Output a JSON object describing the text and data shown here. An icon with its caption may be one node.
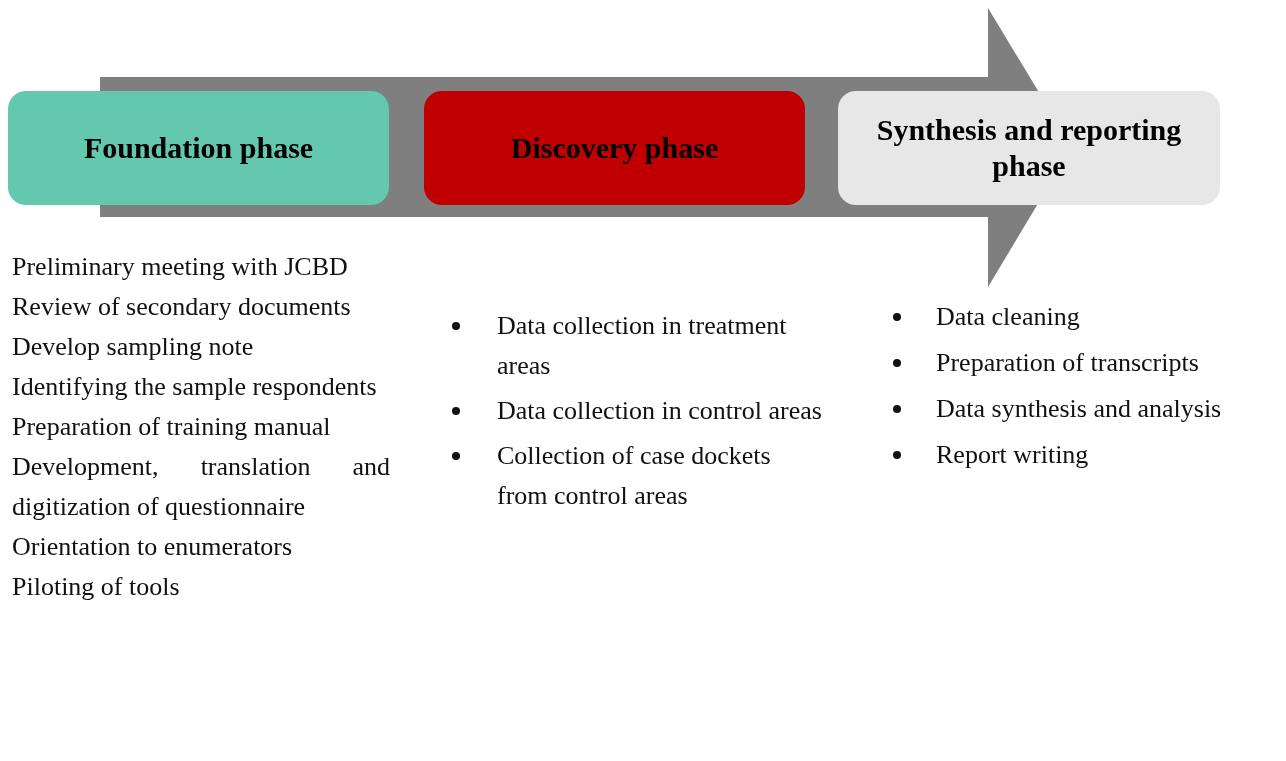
{
  "diagram": {
    "nodes": [
      {
        "text": [
          "Foundation phase"
        ],
        "beside": [
          "Preliminary meeting with JCBD",
          "Review of secondary documents",
          "Develop sampling note",
          "Identifying the sample respondents",
          "Preparation of training manual",
          "Development, translation and digitization of questionnaire",
          "Orientation to enumerators",
          "Piloting of tools"
        ]
      },
      {
        "text": [
          "Discovery phase"
        ],
        "beside": [
          "Data collection in treatment areas",
          "Data collection in control areas",
          "Collection of case dockets from control areas"
        ]
      },
      {
        "text": [
          "Synthesis and reporting phase"
        ],
        "beside": [
          "Data cleaning",
          "Preparation of transcripts",
          "Data synthesis and analysis",
          "Report writing"
        ]
      }
    ]
  }
}
